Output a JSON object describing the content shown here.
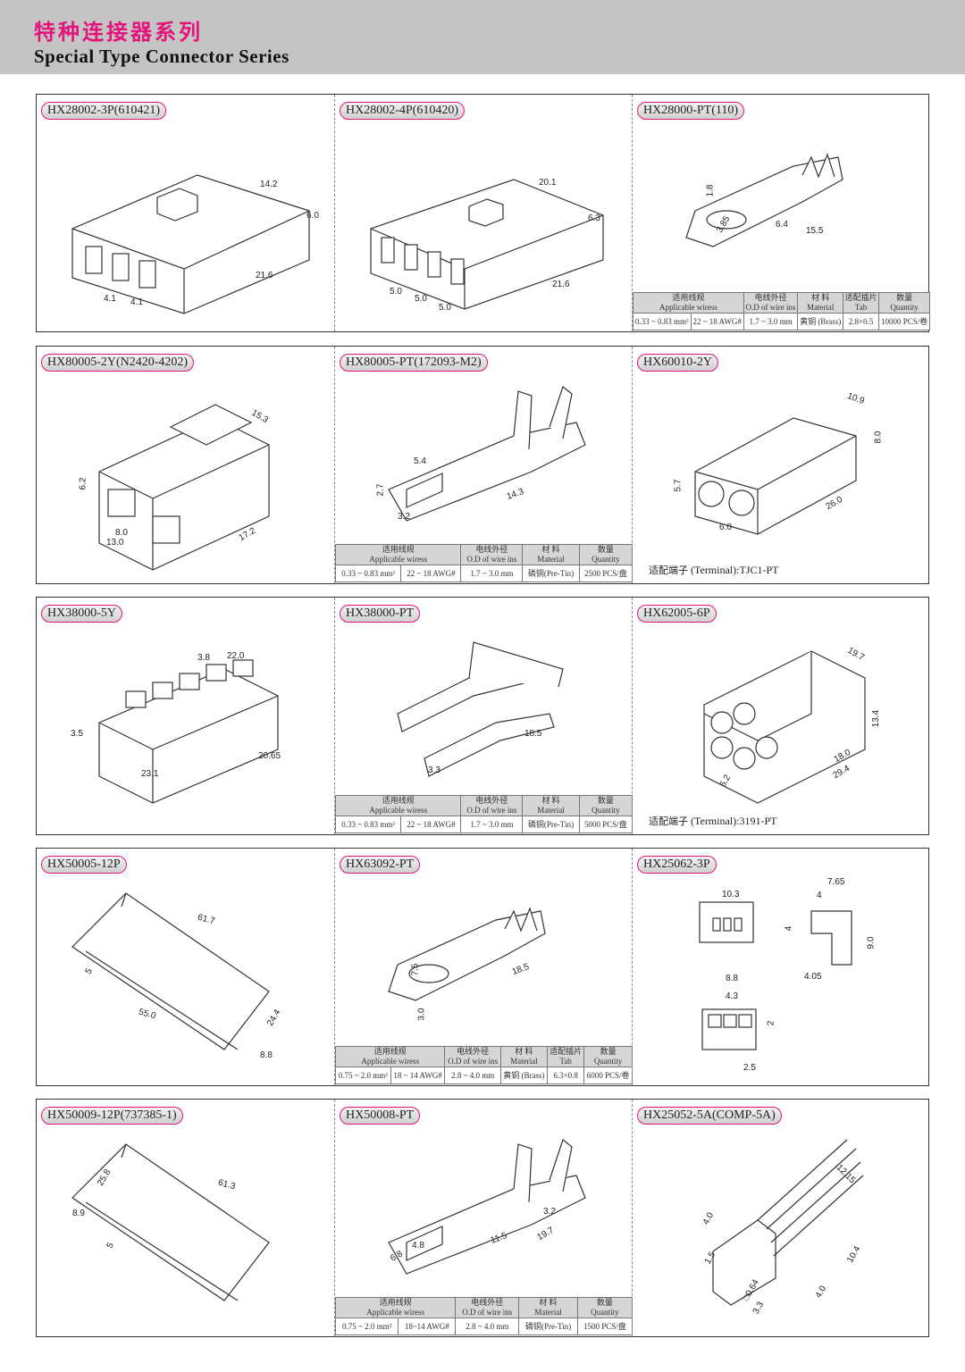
{
  "header": {
    "title_cn": "特种连接器系列",
    "title_en": "Special Type Connector Series"
  },
  "cells": [
    {
      "label": "HX28002-3P(610421)",
      "kind": "box3",
      "dims": [
        "14.2",
        "6.0",
        "21.6",
        "4.1",
        "4.1"
      ]
    },
    {
      "label": "HX28002-4P(610420)",
      "kind": "box4",
      "dims": [
        "20.1",
        "6.3",
        "21.6",
        "5.0",
        "5.0",
        "5.0"
      ]
    },
    {
      "label": "HX28000-PT(110)",
      "kind": "terminal-small",
      "dims": [
        "1.8",
        "3.85",
        "6.4",
        "15.5"
      ],
      "table": {
        "headers": [
          [
            "适用线规",
            "Applicable wiress"
          ],
          [
            "电线外径",
            "O.D of wire ins"
          ],
          [
            "材 料",
            "Material"
          ],
          [
            "适配插片",
            "Tab"
          ],
          [
            "数量",
            "Quantity"
          ]
        ],
        "values": [
          "0.33 ~ 0.83 mm²",
          "22 ~ 18 AWG#",
          "1.7 ~ 3.0 mm",
          "黄铜 (Brass)",
          "2.8×0.5",
          "10000 PCS/卷"
        ]
      }
    },
    {
      "label": "HX80005-2Y(N2420-4202)",
      "kind": "latch2",
      "dims": [
        "15.3",
        "6.2",
        "8.0",
        "13.0",
        "17.2"
      ]
    },
    {
      "label": "HX80005-PT(172093-M2)",
      "kind": "terminal",
      "dims": [
        "5.4",
        "2.7",
        "3.2",
        "14.3"
      ],
      "table": {
        "headers": [
          [
            "适用线规",
            "Applicable wiress"
          ],
          [
            "电线外径",
            "O.D of wire ins"
          ],
          [
            "材 料",
            "Material"
          ],
          [
            "数量",
            "Quantity"
          ]
        ],
        "values": [
          "0.33 ~ 0.83 mm²",
          "22 ~ 18 AWG#",
          "1.7 ~ 3.0 mm",
          "磷铜(Pre-Tin)",
          "2500 PCS/盘"
        ]
      }
    },
    {
      "label": "HX60010-2Y",
      "kind": "round2",
      "dims": [
        "10.9",
        "8.0",
        "5.7",
        "26.0",
        "6.0"
      ],
      "terminal": {
        "cn": "适配端子",
        "en": "(Terminal):TJC1-PT"
      }
    },
    {
      "label": "HX38000-5Y",
      "kind": "flat5",
      "dims": [
        "3.8",
        "22.0",
        "3.5",
        "20.65",
        "23.1"
      ]
    },
    {
      "label": "HX38000-PT",
      "kind": "terminal2",
      "dims": [
        "18.5",
        "3.3"
      ],
      "table": {
        "headers": [
          [
            "适用线规",
            "Applicable wiress"
          ],
          [
            "电线外径",
            "O.D of wire ins"
          ],
          [
            "材 料",
            "Material"
          ],
          [
            "数量",
            "Quantity"
          ]
        ],
        "values": [
          "0.33 ~ 0.83 mm²",
          "22 ~ 18 AWG#",
          "1.7 ~ 3.0 mm",
          "磷铜(Pre-Tin)",
          "5000 PCS/盘"
        ]
      }
    },
    {
      "label": "HX62005-6P",
      "kind": "round6",
      "dims": [
        "19.7",
        "13.4",
        "18.0",
        "6.2",
        "29.4"
      ],
      "terminal": {
        "cn": "适配端子",
        "en": "(Terminal):3191-PT"
      }
    },
    {
      "label": "HX50005-12P",
      "kind": "strip",
      "dims": [
        "61.7",
        "5",
        "55.0",
        "24.4",
        "8.8"
      ]
    },
    {
      "label": "HX63092-PT",
      "kind": "terminal-small",
      "dims": [
        "7.5",
        "18.5",
        "3.0"
      ],
      "table": {
        "headers": [
          [
            "适用线规",
            "Applicable wiress"
          ],
          [
            "电线外径",
            "O.D of wire ins"
          ],
          [
            "材 料",
            "Material"
          ],
          [
            "适配插片",
            "Tab"
          ],
          [
            "数量",
            "Quantity"
          ]
        ],
        "values": [
          "0.75 ~ 2.0 mm²",
          "18 ~ 14 AWG#",
          "2.8 ~ 4.0 mm",
          "黄铜 (Brass)",
          "6.3×0.8",
          "6000 PCS/卷"
        ]
      }
    },
    {
      "label": "HX25062-3P",
      "kind": "ortho",
      "dims": [
        "10.3",
        "7.65",
        "4",
        "4",
        "9.0",
        "8.8",
        "4.05",
        "4.3",
        "2",
        "2.5"
      ]
    },
    {
      "label": "HX50009-12P(737385-1)",
      "kind": "strip",
      "dims": [
        "25.8",
        "61.3",
        "8.9",
        "5"
      ]
    },
    {
      "label": "HX50008-PT",
      "kind": "terminal",
      "dims": [
        "3.2",
        "4.8",
        "11.5",
        "19.7",
        "6.8"
      ],
      "table": {
        "headers": [
          [
            "适用线规",
            "Applicable wiress"
          ],
          [
            "电线外径",
            "O.D of wire ins"
          ],
          [
            "材 料",
            "Material"
          ],
          [
            "数量",
            "Quantity"
          ]
        ],
        "values": [
          "0.75 ~ 2.0 mm²",
          "18~14 AWG#",
          "2.8 ~ 4.0 mm",
          "磷铜(Pre-Tin)",
          "1500 PCS/盘"
        ]
      }
    },
    {
      "label": "HX25052-5A(COMP-5A)",
      "kind": "pins",
      "dims": [
        "12.15",
        "4.0",
        "1.5",
        "10.4",
        "□0.64",
        "4.0",
        "3.3"
      ]
    }
  ]
}
